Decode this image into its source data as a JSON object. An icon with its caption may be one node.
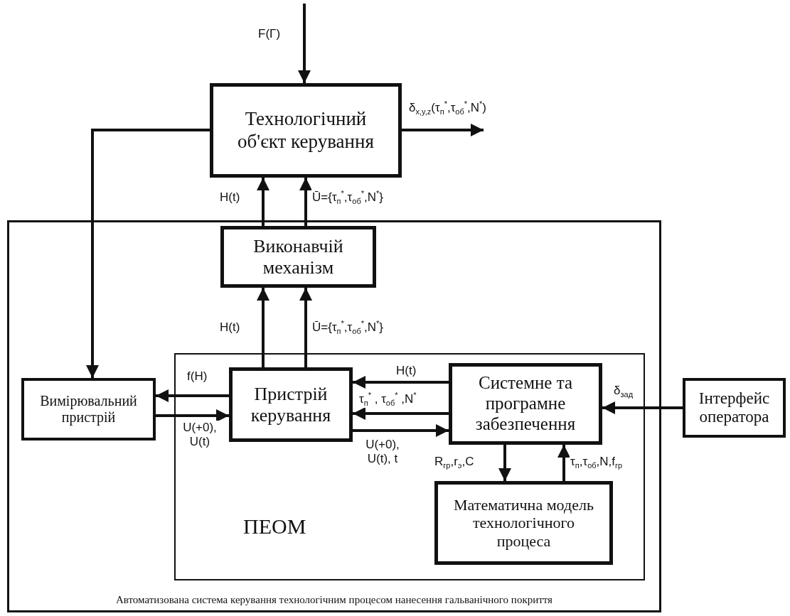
{
  "diagram": {
    "nodes": [
      {
        "text": [
          "Автоматизована система керування технологічним процесом нанесення гальванічного покриття"
        ]
      },
      {
        "text": [
          "Технологічний об'єкт керування"
        ]
      },
      {
        "text": [
          "Виконавчій механізм"
        ],
        "in": 0
      },
      {
        "text": [
          "ПЕОМ"
        ],
        "in": 0
      },
      {
        "text": [
          "Вимірювальний пристрій"
        ],
        "in": 0
      },
      {
        "text": [
          "Пристрій керування"
        ],
        "in": 3
      },
      {
        "text": [
          "Системне та програмне забезпечення"
        ],
        "in": 3
      },
      {
        "text": [
          "Математична модель технологічного процеса"
        ],
        "in": 3
      },
      {
        "text": [
          "Інтерфейс оператора"
        ]
      }
    ],
    "edges": [
      {
        "from": null,
        "to": 1,
        "arrow": "to",
        "label": "F(Γ)"
      },
      {
        "from": 1,
        "to": null,
        "arrow": "to",
        "label": "δ$_{x,y,z}$(τ$_{п}$$^{*}$,τ$_{об}$$^{*}$,N$^{*}$)"
      },
      {
        "from": 2,
        "to": 1,
        "arrow": "to",
        "label": "H(t)"
      },
      {
        "from": 2,
        "to": 1,
        "arrow": "to",
        "label": "Ū={τ$_{п}$$^{*}$,τ$_{об}$$^{*}$,N$^{*}$}"
      },
      {
        "from": 5,
        "to": 2,
        "arrow": "to",
        "label": "H(t)"
      },
      {
        "from": 5,
        "to": 2,
        "arrow": "to",
        "label": "Ū={τ$_{п}$$^{*}$,τ$_{об}$$^{*}$,N$^{*}$}"
      },
      {
        "from": 1,
        "to": 4,
        "arrow": "to"
      },
      {
        "from": 5,
        "to": 4,
        "arrow": "to",
        "label": "f(H)"
      },
      {
        "from": 4,
        "to": 5,
        "arrow": "to",
        "label": "U(+0), U(t)"
      },
      {
        "from": 6,
        "to": 5,
        "arrow": "to",
        "label": "H(t)"
      },
      {
        "from": 6,
        "to": 5,
        "arrow": "to",
        "label": "τ$_{п}$$^{*}$ , τ$_{об}$$^{*}$ ,N$^{*}$"
      },
      {
        "from": 5,
        "to": 6,
        "arrow": "to",
        "label": "U(+0), U(t), t"
      },
      {
        "from": 8,
        "to": 6,
        "arrow": "to",
        "label": "δ$_{зад}$"
      },
      {
        "from": 6,
        "to": 7,
        "arrow": "to",
        "label": "R$_{гр}$,r$_{э}$,C"
      },
      {
        "from": 7,
        "to": 6,
        "arrow": "to",
        "label": "τ$_{п}$,τ$_{об}$,N,f$_{гр}$"
      }
    ]
  }
}
